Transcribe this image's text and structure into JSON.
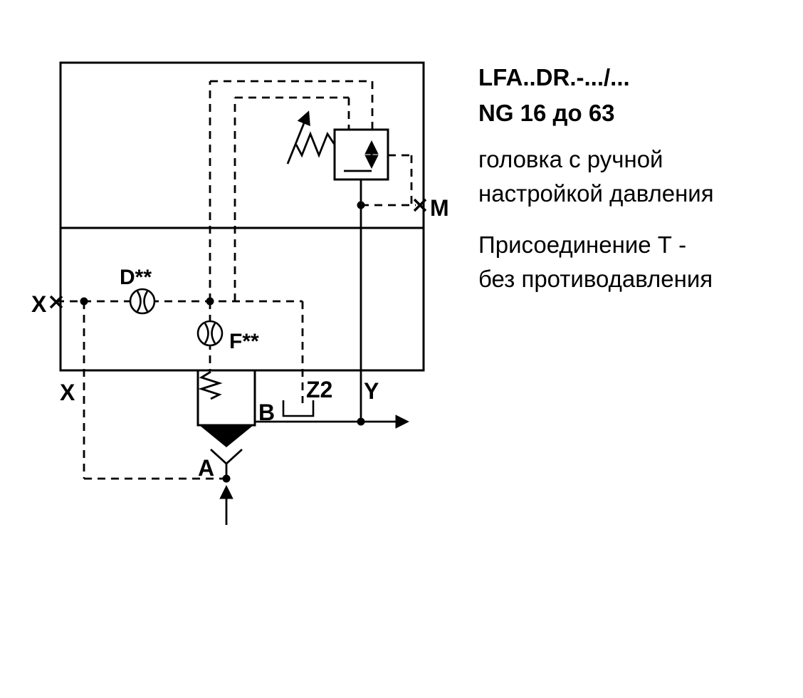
{
  "schematic": {
    "ports": {
      "x_left": "X",
      "x_bottom": "X",
      "a": "A",
      "b": "B",
      "y": "Y",
      "z2": "Z2",
      "m": "M"
    },
    "orifices": {
      "d": "D**",
      "f": "F**"
    }
  },
  "caption": {
    "title": "LFA..DR.-.../...",
    "subtitle": "NG 16 до 63",
    "paragraph1": [
      "головка с ручной",
      "настройкой давления"
    ],
    "paragraph2": [
      "Присоединение Т -",
      "без противодавления"
    ]
  },
  "colors": {
    "line": "#000000",
    "background": "#ffffff",
    "text": "#000000"
  }
}
